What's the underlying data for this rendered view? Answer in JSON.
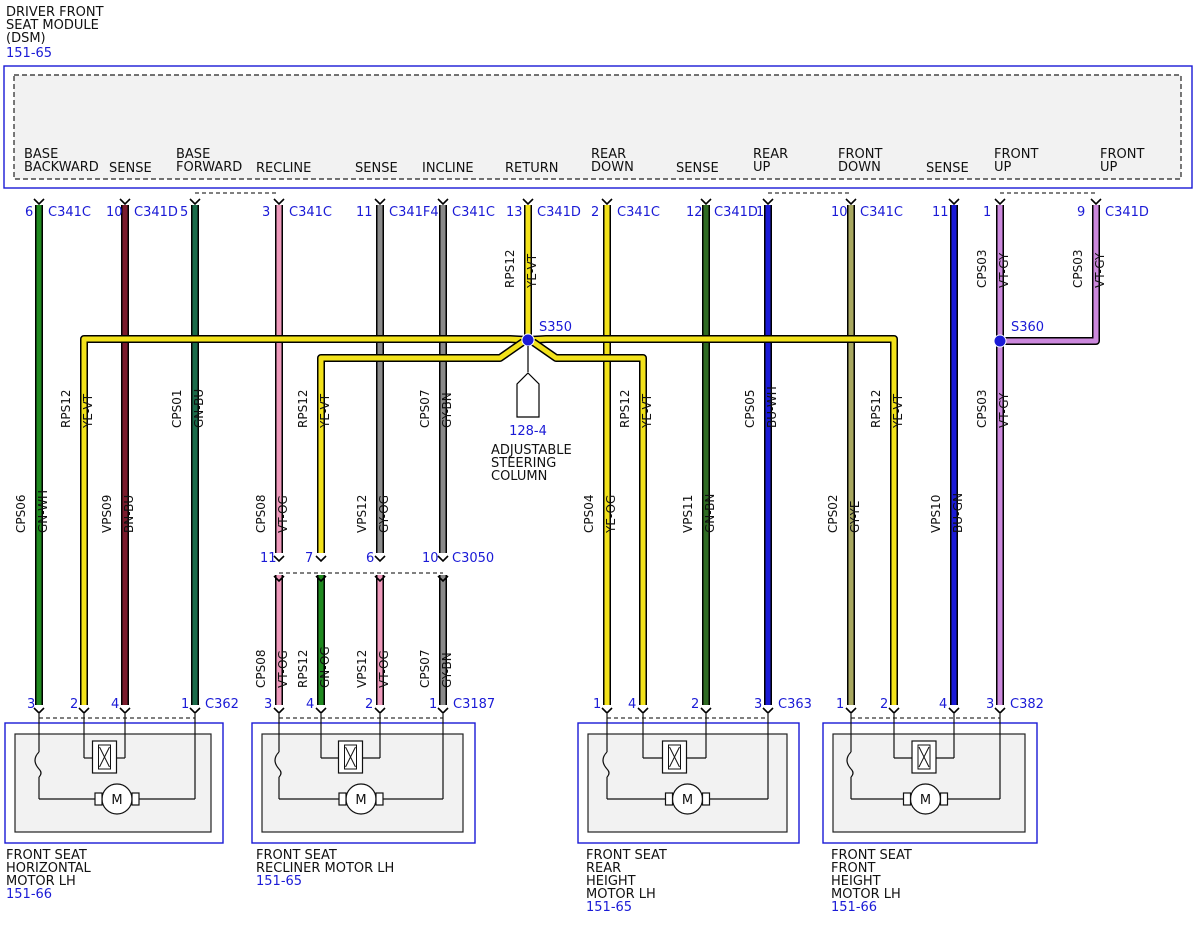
{
  "colors": {
    "blue": "#1a1ad6",
    "YE": "#f2e21a",
    "GN": "#1f8a1f",
    "BN": "#7a1b2d",
    "GY": "#8a8a8a",
    "VT": "#cc88dd",
    "PK": "#ee99bb",
    "BU": "#1a1ad6",
    "DKGN": "#2f6b23",
    "OLIVE": "#a8a860",
    "box_fill": "#f2f2f2",
    "splice": "#1a1ad6"
  },
  "module": {
    "title_lines": [
      "DRIVER FRONT",
      "SEAT MODULE",
      "(DSM)"
    ],
    "ref": "151-65",
    "pin_labels": [
      {
        "lines": [
          "BASE",
          "BACKWARD"
        ]
      },
      {
        "lines": [
          "SENSE"
        ]
      },
      {
        "lines": [
          "BASE",
          "FORWARD"
        ]
      },
      {
        "lines": [
          "RECLINE"
        ]
      },
      {
        "lines": [
          "SENSE"
        ]
      },
      {
        "lines": [
          "INCLINE"
        ]
      },
      {
        "lines": [
          "RETURN"
        ]
      },
      {
        "lines": [
          "REAR",
          "DOWN"
        ]
      },
      {
        "lines": [
          "SENSE"
        ]
      },
      {
        "lines": [
          "REAR",
          "UP"
        ]
      },
      {
        "lines": [
          "FRONT",
          "DOWN"
        ]
      },
      {
        "lines": [
          "SENSE"
        ]
      },
      {
        "lines": [
          "FRONT",
          "UP"
        ]
      },
      {
        "lines": [
          "FRONT",
          "UP"
        ]
      }
    ],
    "pins": [
      {
        "pin": "6",
        "conn": "C341C"
      },
      {
        "pin": "10",
        "conn": "C341D"
      },
      {
        "pin": "5",
        "conn": ""
      },
      {
        "pin": "3",
        "conn": "C341C"
      },
      {
        "pin": "11",
        "conn": "C341F4"
      },
      {
        "pin": "",
        "conn": "C341C"
      },
      {
        "pin": "13",
        "conn": "C341D"
      },
      {
        "pin": "2",
        "conn": "C341C"
      },
      {
        "pin": "12",
        "conn": "C341D"
      },
      {
        "pin": "1",
        "conn": ""
      },
      {
        "pin": "10",
        "conn": "C341C"
      },
      {
        "pin": "11",
        "conn": ""
      },
      {
        "pin": "1",
        "conn": ""
      },
      {
        "pin": "9",
        "conn": "C341D"
      }
    ]
  },
  "wires": [
    {
      "circuit": "CPS06",
      "color": "GN-WH"
    },
    {
      "circuit": "VPS09",
      "color": "BN-BU"
    },
    {
      "circuit": "CPS01",
      "color": "GN-BU"
    },
    {
      "circuit": "CPS08",
      "color": "VT-OG"
    },
    {
      "circuit": "VPS12",
      "color": "GY-OG"
    },
    {
      "circuit": "CPS07",
      "color": "GY-BN"
    },
    {
      "circuit": "RPS12",
      "color": "YE-VT"
    },
    {
      "circuit": "CPS04",
      "color": "YE-OG"
    },
    {
      "circuit": "VPS11",
      "color": "GN-BN"
    },
    {
      "circuit": "CPS05",
      "color": "BU-WH"
    },
    {
      "circuit": "CPS02",
      "color": "GY-YE"
    },
    {
      "circuit": "VPS10",
      "color": "BU-GN"
    },
    {
      "circuit": "CPS03",
      "color": "VT-GY"
    },
    {
      "circuit": "CPS03",
      "color": "VT-GY"
    }
  ],
  "return_branches": [
    {
      "circuit": "RPS12",
      "color": "YE-VT"
    },
    {
      "circuit": "RPS12",
      "color": "YE-VT"
    },
    {
      "circuit": "RPS12",
      "color": "YE-VT"
    },
    {
      "circuit": "RPS12",
      "color": "YE-VT"
    }
  ],
  "cps03_lower": {
    "circuit": "CPS03",
    "color": "VT-GY"
  },
  "splices": [
    {
      "name": "S350"
    },
    {
      "name": "S360"
    }
  ],
  "steering": {
    "ref": "128-4",
    "lines": [
      "ADJUSTABLE",
      "STEERING",
      "COLUMN"
    ]
  },
  "c3050": {
    "conn": "C3050",
    "pins": [
      "11",
      "7",
      "6",
      "10"
    ],
    "lower_wires": [
      {
        "circuit": "CPS08",
        "color": "VT-OG"
      },
      {
        "circuit": "RPS12",
        "color": "GN-OG"
      },
      {
        "circuit": "VPS12",
        "color": "VT-OG"
      },
      {
        "circuit": "CPS07",
        "color": "GY-BN"
      }
    ]
  },
  "motors": [
    {
      "conn": "C362",
      "pins": [
        "3",
        "2",
        "4",
        "1"
      ],
      "label_lines": [
        "FRONT SEAT",
        "HORIZONTAL",
        "MOTOR LH"
      ],
      "ref": "151-66",
      "motor_symbol": "M"
    },
    {
      "conn": "C3187",
      "pins": [
        "3",
        "4",
        "2",
        "1"
      ],
      "label_lines": [
        "FRONT SEAT",
        "RECLINER MOTOR LH"
      ],
      "ref": "151-65",
      "motor_symbol": "M"
    },
    {
      "conn": "C363",
      "pins": [
        "1",
        "4",
        "2",
        "3"
      ],
      "label_lines": [
        "FRONT SEAT",
        "REAR",
        "HEIGHT",
        "MOTOR LH"
      ],
      "ref": "151-65",
      "motor_symbol": "M"
    },
    {
      "conn": "C382",
      "pins": [
        "1",
        "2",
        "4",
        "3"
      ],
      "label_lines": [
        "FRONT SEAT",
        "FRONT",
        "HEIGHT",
        "MOTOR LH"
      ],
      "ref": "151-66",
      "motor_symbol": "M"
    }
  ]
}
